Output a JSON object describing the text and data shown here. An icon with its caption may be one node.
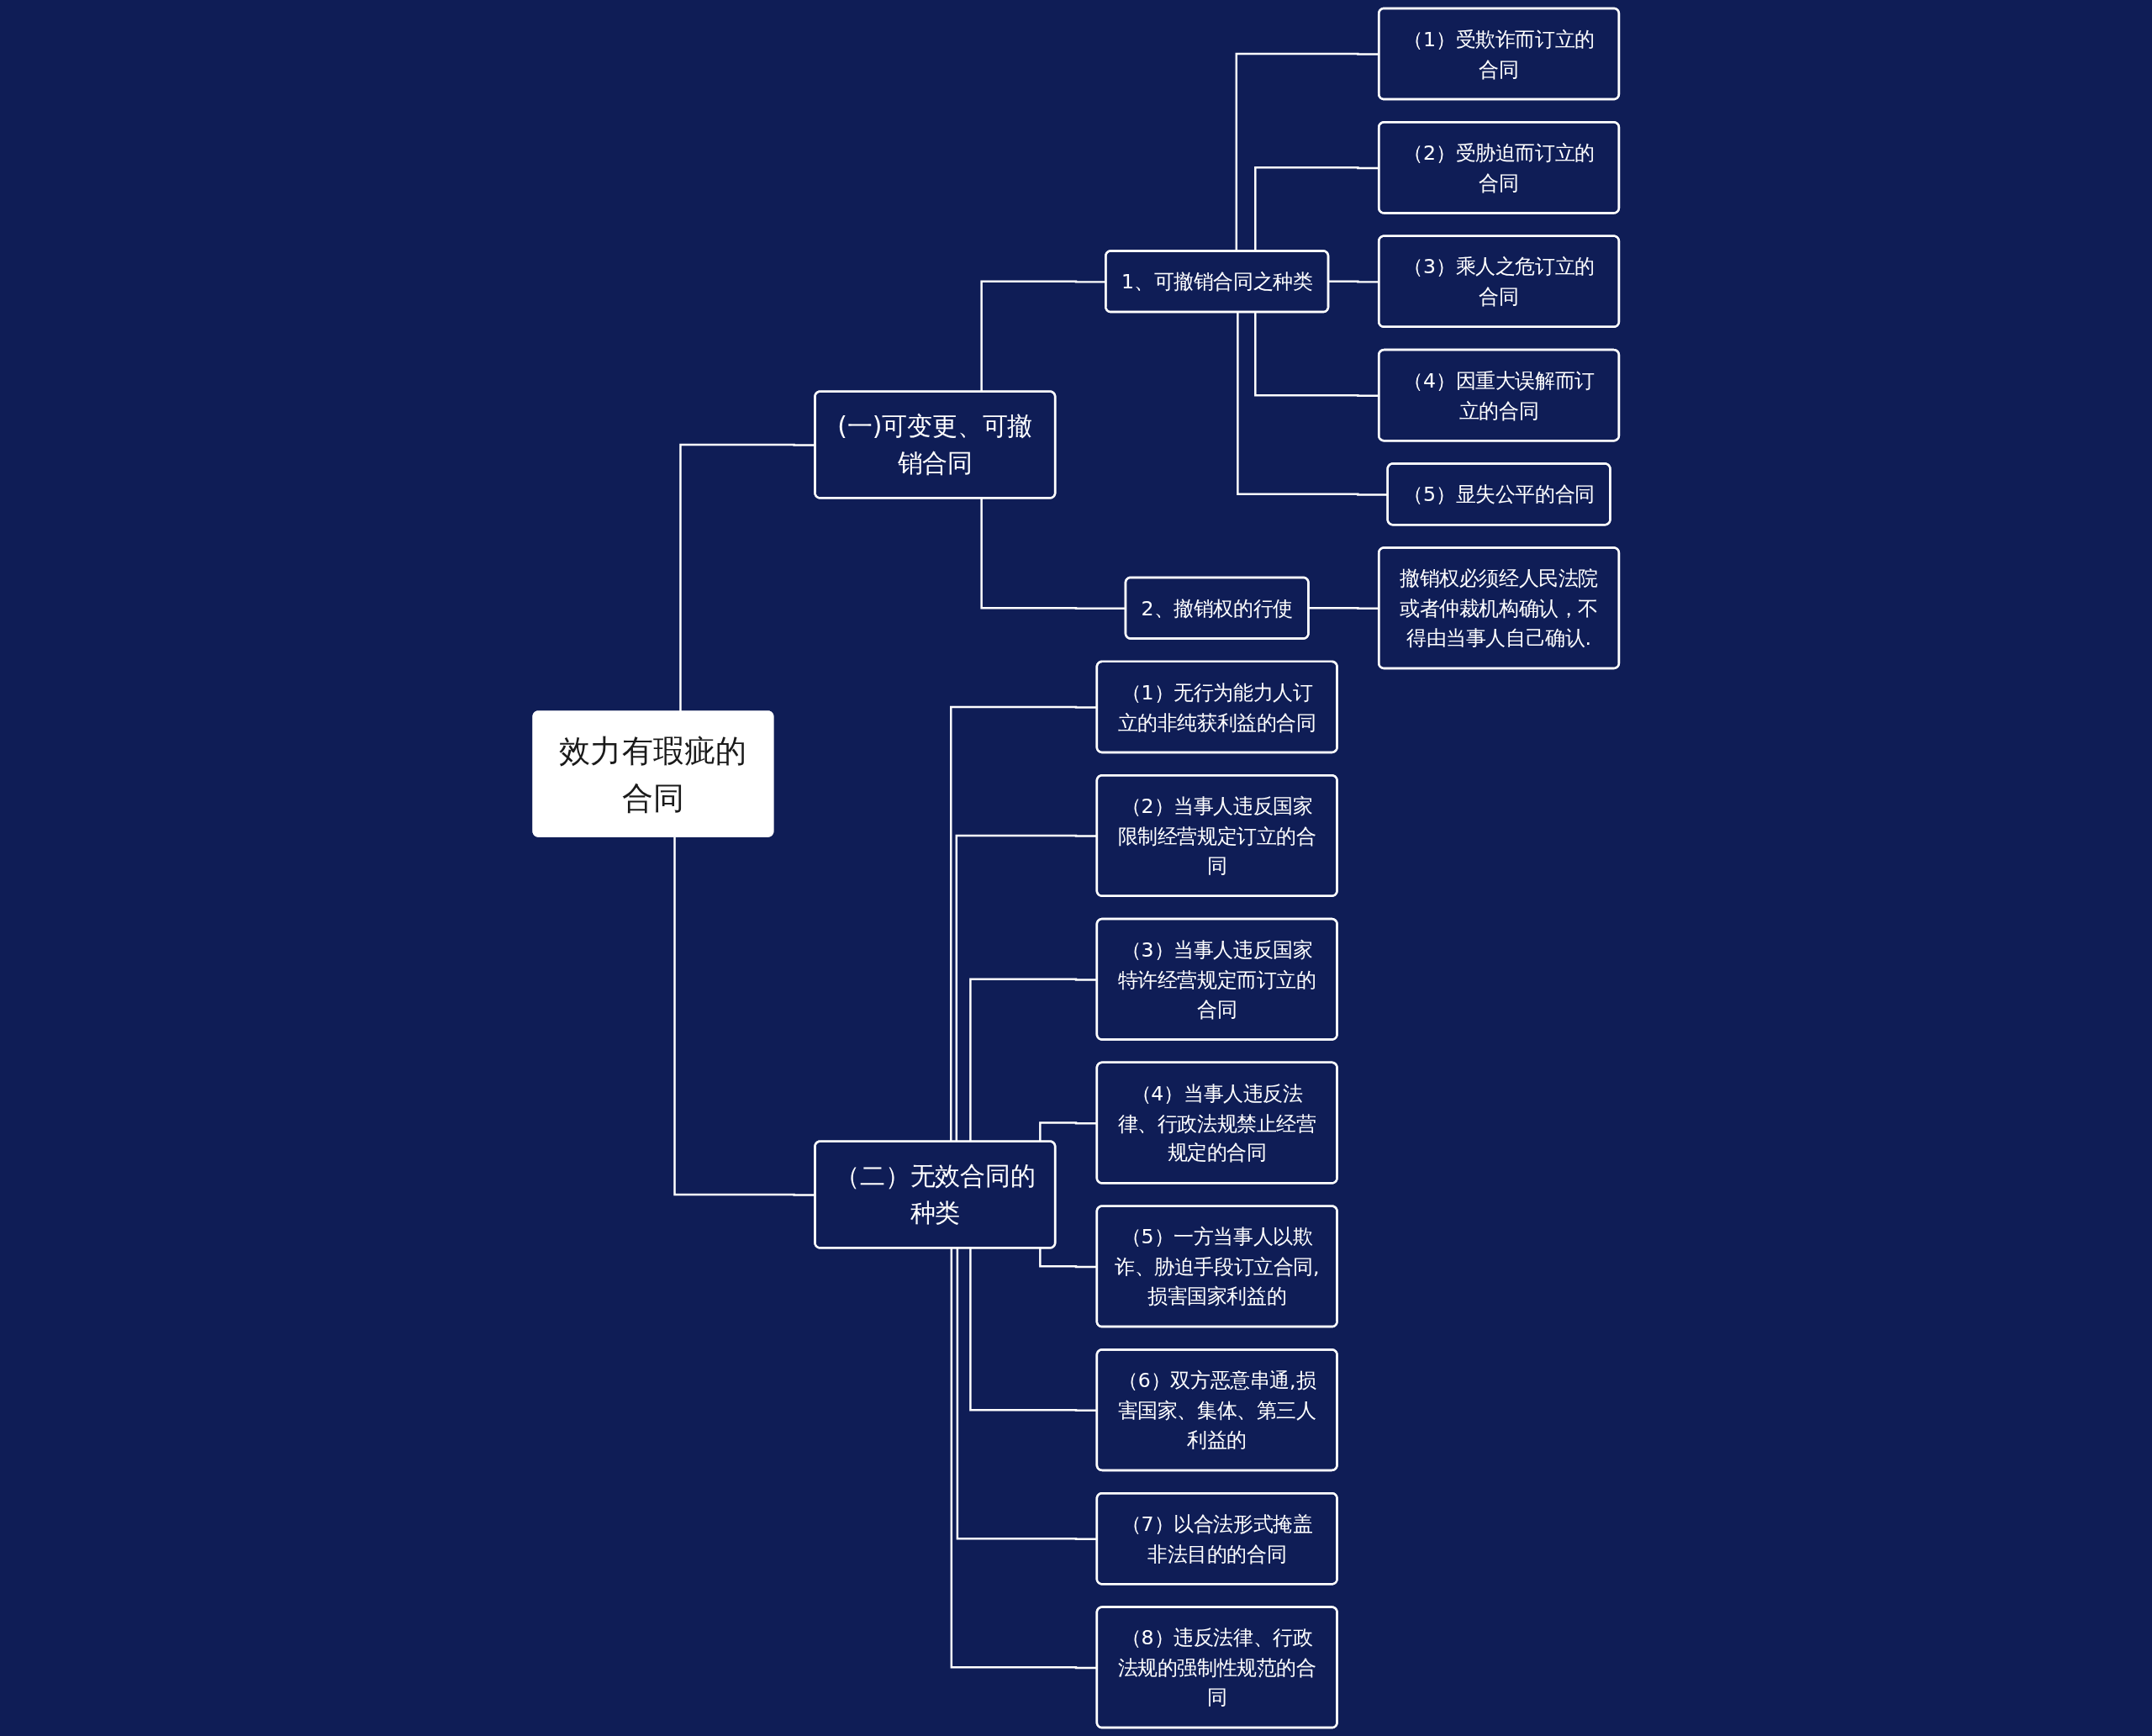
{
  "diagram": {
    "nodes": [
      {
        "text": [
          "效力有瑕疵的合同"
        ]
      },
      {
        "text": [
          "(一)可变更、可撤销合同"
        ]
      },
      {
        "text": [
          "1、可撤销合同之种类"
        ]
      },
      {
        "text": [
          "（1）受欺诈而订立的合同"
        ]
      },
      {
        "text": [
          "（2）受胁迫而订立的合同"
        ]
      },
      {
        "text": [
          "（3）乘人之危订立的合同"
        ]
      },
      {
        "text": [
          "（4）因重大误解而订立的合同"
        ]
      },
      {
        "text": [
          "（5）显失公平的合同"
        ]
      },
      {
        "text": [
          "2、撤销权的行使"
        ]
      },
      {
        "text": [
          "撤销权必须经人民法院或者仲裁机构确认，不得由当事人自己确认."
        ]
      },
      {
        "text": [
          "（二）无效合同的种类"
        ]
      },
      {
        "text": [
          "（1）无行为能力人订立的非纯获利益的合同"
        ]
      },
      {
        "text": [
          "（2）当事人违反国家限制经营规定订立的合同"
        ]
      },
      {
        "text": [
          "（3）当事人违反国家特许经营规定而订立的合同"
        ]
      },
      {
        "text": [
          "（4）当事人违反法律、行政法规禁止经营规定的合同"
        ]
      },
      {
        "text": [
          "（5）一方当事人以欺诈、胁迫手段订立合同,损害国家利益的"
        ]
      },
      {
        "text": [
          "（6）双方恶意串通,损害国家、集体、第三人利益的"
        ]
      },
      {
        "text": [
          "（7）以合法形式掩盖非法目的的合同"
        ]
      },
      {
        "text": [
          "（8）违反法律、行政法规的强制性规范的合同"
        ]
      }
    ],
    "edges": [
      {
        "from": 0,
        "to": 1,
        "arrow": "none"
      },
      {
        "from": 0,
        "to": 10,
        "arrow": "none"
      },
      {
        "from": 1,
        "to": 2,
        "arrow": "none"
      },
      {
        "from": 1,
        "to": 8,
        "arrow": "none"
      },
      {
        "from": 2,
        "to": 3,
        "arrow": "none"
      },
      {
        "from": 2,
        "to": 4,
        "arrow": "none"
      },
      {
        "from": 2,
        "to": 5,
        "arrow": "none"
      },
      {
        "from": 2,
        "to": 6,
        "arrow": "none"
      },
      {
        "from": 2,
        "to": 7,
        "arrow": "none"
      },
      {
        "from": 8,
        "to": 9,
        "arrow": "none"
      },
      {
        "from": 10,
        "to": 11,
        "arrow": "none"
      },
      {
        "from": 10,
        "to": 12,
        "arrow": "none"
      },
      {
        "from": 10,
        "to": 13,
        "arrow": "none"
      },
      {
        "from": 10,
        "to": 14,
        "arrow": "none"
      },
      {
        "from": 10,
        "to": 15,
        "arrow": "none"
      },
      {
        "from": 10,
        "to": 16,
        "arrow": "none"
      },
      {
        "from": 10,
        "to": 17,
        "arrow": "none"
      },
      {
        "from": 10,
        "to": 18,
        "arrow": "none"
      }
    ]
  }
}
